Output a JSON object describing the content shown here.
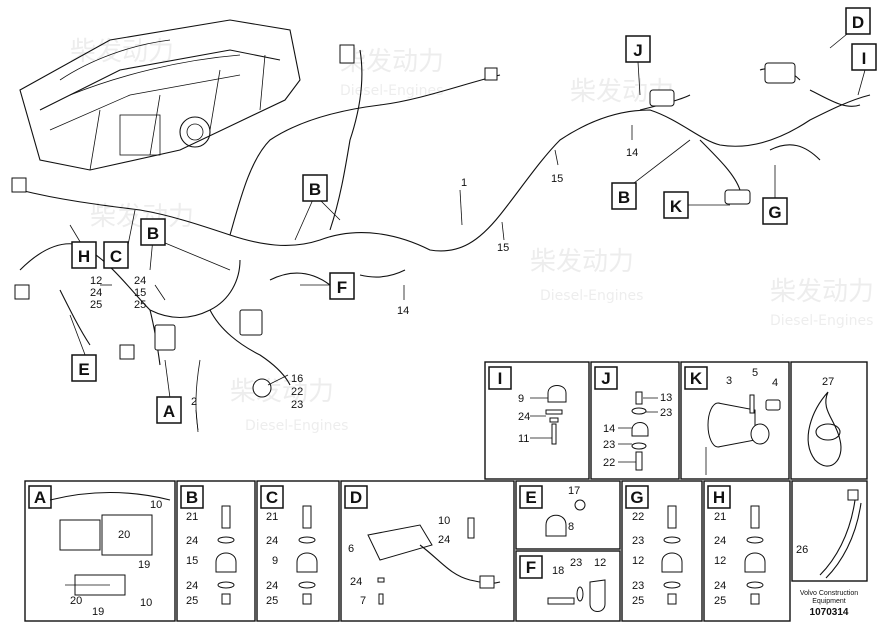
{
  "diagram": {
    "watermark": {
      "brand": "柴发动力",
      "sub": "Diesel-Engines"
    },
    "callouts": [
      "A",
      "B",
      "C",
      "D",
      "E",
      "F",
      "G",
      "H",
      "I",
      "J",
      "K"
    ],
    "numbers": {
      "n1": "1",
      "n2": "2",
      "n14a": "14",
      "n14b": "14",
      "n15a": "15",
      "n15b": "15",
      "h12": "12",
      "h24": "24",
      "h25": "25",
      "b24": "24",
      "b15": "15",
      "b25": "25",
      "x16": "16",
      "x22": "22",
      "x23": "23"
    },
    "panels": {
      "I": {
        "label": "I",
        "parts": [
          "9",
          "24",
          "11"
        ]
      },
      "J": {
        "label": "J",
        "parts": [
          "13",
          "23",
          "14",
          "23",
          "22"
        ]
      },
      "K": {
        "label": "K",
        "parts": [
          "3",
          "5",
          "4"
        ]
      },
      "P27": {
        "parts": [
          "27"
        ]
      },
      "A": {
        "label": "A",
        "parts": [
          "10",
          "20",
          "19",
          "20",
          "19",
          "10"
        ]
      },
      "B": {
        "label": "B",
        "parts": [
          "21",
          "24",
          "15",
          "24",
          "25"
        ]
      },
      "C": {
        "label": "C",
        "parts": [
          "21",
          "24",
          "9",
          "24",
          "25"
        ]
      },
      "D": {
        "label": "D",
        "parts": [
          "10",
          "24",
          "6",
          "24",
          "7"
        ]
      },
      "E": {
        "label": "E",
        "parts": [
          "17",
          "8"
        ]
      },
      "F": {
        "label": "F",
        "parts": [
          "18",
          "23",
          "12"
        ]
      },
      "G": {
        "label": "G",
        "parts": [
          "22",
          "23",
          "12",
          "23",
          "25"
        ]
      },
      "H": {
        "label": "H",
        "parts": [
          "21",
          "24",
          "12",
          "24",
          "25"
        ]
      },
      "P26": {
        "parts": [
          "26"
        ]
      }
    },
    "footer": {
      "line1": "Volvo Construction",
      "line2": "Equipment",
      "code": "1070314"
    }
  }
}
